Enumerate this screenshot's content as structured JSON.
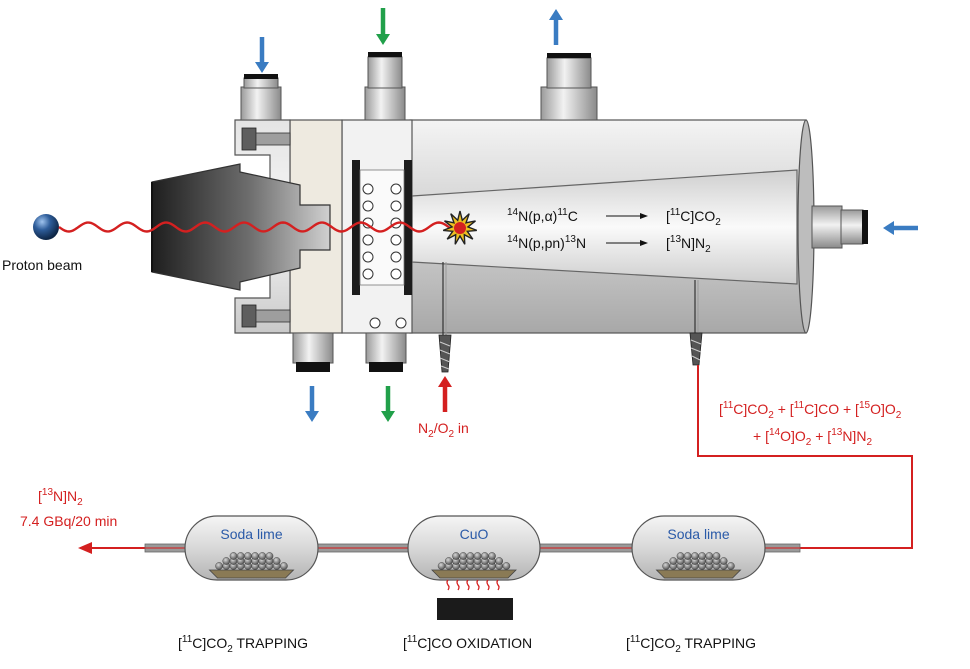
{
  "colors": {
    "beam_red": "#d42020",
    "arrow_blue": "#3a7cc2",
    "arrow_green": "#21a04a",
    "label_blue": "#2a5aa8"
  },
  "beam": {
    "label": "Proton beam"
  },
  "reactions": [
    {
      "lhs_pre": "14",
      "lhs_main": "N(p,α)",
      "lhs_sup2": "11",
      "lhs_end": "C",
      "rhs_pre": "[",
      "rhs_sup": "11",
      "rhs_mid": "C]CO",
      "rhs_sub": "2"
    },
    {
      "lhs_pre": "14",
      "lhs_main": "N(p,pn)",
      "lhs_sup2": "13",
      "lhs_end": "N",
      "rhs_pre": "[",
      "rhs_sup": "13",
      "rhs_mid": "N]N",
      "rhs_sub": "2"
    }
  ],
  "gas_inlet": {
    "text_a": "N",
    "sub_a": "2",
    "text_b": "/O",
    "sub_b": "2",
    "text_c": " in"
  },
  "outlet_products": {
    "line1": [
      {
        "t": "[",
        "s": ""
      },
      {
        "t": "",
        "sup": "11"
      },
      {
        "t": "C]CO",
        "s": ""
      },
      {
        "t": "",
        "sub": "2"
      },
      {
        "t": " + [",
        "s": ""
      },
      {
        "t": "",
        "sup": "11"
      },
      {
        "t": "C]CO + [",
        "s": ""
      },
      {
        "t": "",
        "sup": "15"
      },
      {
        "t": "O]O",
        "s": ""
      },
      {
        "t": "",
        "sub": "2"
      }
    ],
    "line2": [
      {
        "t": "+ [",
        "s": ""
      },
      {
        "t": "",
        "sup": "14"
      },
      {
        "t": "O]O",
        "s": ""
      },
      {
        "t": "",
        "sub": "2"
      },
      {
        "t": " + [",
        "s": ""
      },
      {
        "t": "",
        "sup": "13"
      },
      {
        "t": "N]N",
        "s": ""
      },
      {
        "t": "",
        "sub": "2"
      }
    ]
  },
  "output": {
    "product_pre": "[",
    "product_sup": "13",
    "product_mid": "N]N",
    "product_sub": "2",
    "activity": "7.4 GBq/20 min"
  },
  "traps": [
    {
      "label": "Soda lime",
      "caption_pre": "[",
      "caption_sup": "11",
      "caption_mid": "C]CO",
      "caption_sub": "2",
      "caption_end": " TRAPPING"
    },
    {
      "label": "CuO",
      "caption_pre": "[",
      "caption_sup": "11",
      "caption_mid": "C]CO OXIDATION",
      "caption_sub": "",
      "caption_end": ""
    },
    {
      "label": "Soda lime",
      "caption_pre": "[",
      "caption_sup": "11",
      "caption_mid": "C]CO",
      "caption_sub": "2",
      "caption_end": " TRAPPING"
    }
  ]
}
